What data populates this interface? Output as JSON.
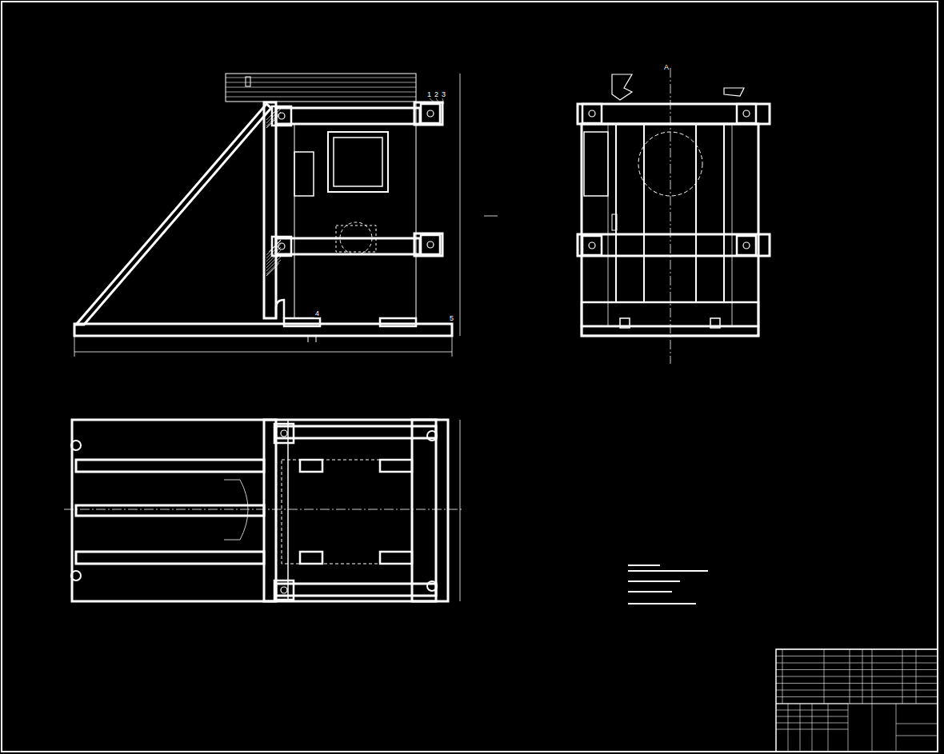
{
  "diagram": {
    "labels": [
      "1",
      "2",
      "3",
      "4",
      "5",
      "A"
    ]
  }
}
